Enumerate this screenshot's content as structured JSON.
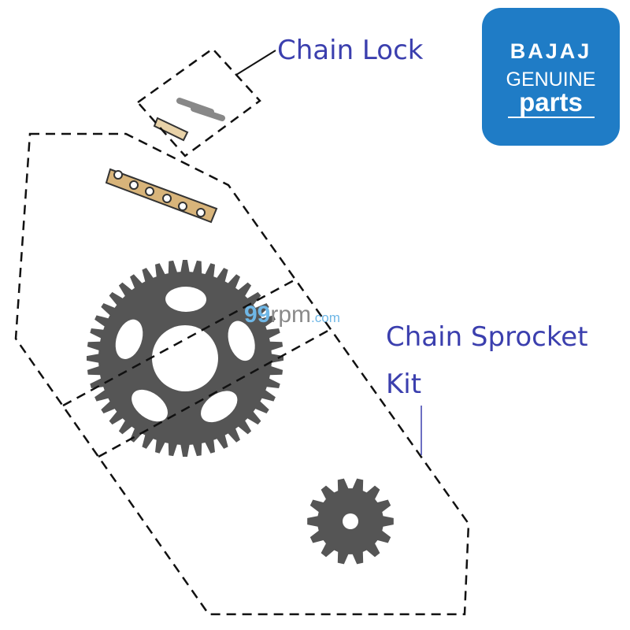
{
  "labels": {
    "chain_lock": "Chain Lock",
    "kit_line1": "Chain Sprocket",
    "kit_line2": "Kit"
  },
  "logo": {
    "brand": "BAJAJ",
    "line2": "GENUINE",
    "line3": "parts",
    "color": "#1f7cc6"
  },
  "watermark": {
    "prefix": "99",
    "main": "rpm",
    "suffix": ".com"
  },
  "colors": {
    "label": "#3b3fae",
    "sprocket": "#555555",
    "chain": "#d8b47a"
  },
  "sprockets": {
    "rear_teeth": 44,
    "front_teeth": 14
  }
}
